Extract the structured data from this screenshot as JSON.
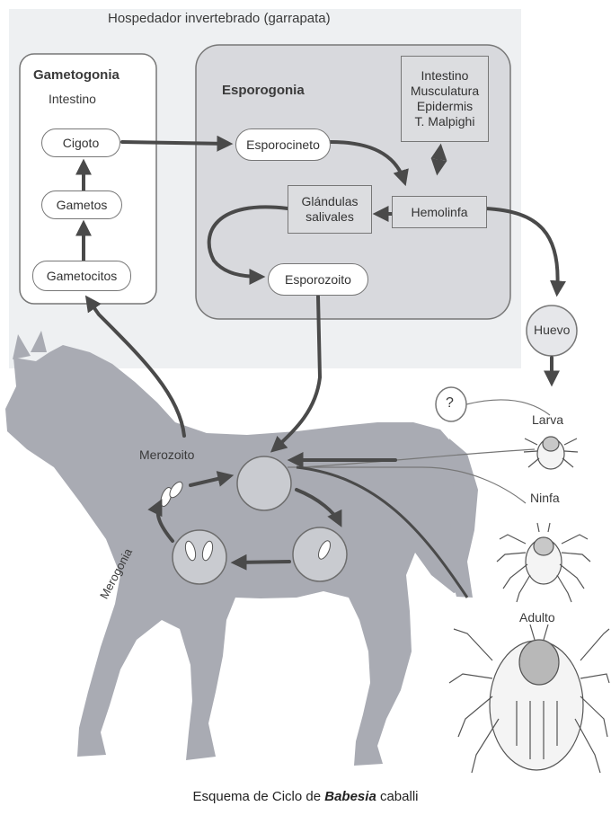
{
  "host_label": "Hospedador invertebrado (garrapata)",
  "gametogonia": {
    "title": "Gametogonia",
    "subtitle": "Intestino",
    "cigoto": "Cigoto",
    "gametos": "Gametos",
    "gametocitos": "Gametocitos"
  },
  "esporogonia": {
    "title": "Esporogonia",
    "esporocineto": "Esporocineto",
    "esporozoito": "Esporozoito",
    "hemolinfa": "Hemolinfa",
    "glandulas": [
      "Glándulas",
      "salivales"
    ],
    "organos": [
      "Intestino",
      "Musculatura",
      "Epidermis",
      "T. Malpighi"
    ]
  },
  "huevo": "Huevo",
  "question": "?",
  "stages": {
    "larva": "Larva",
    "ninfa": "Ninfa",
    "adulto": "Adulto"
  },
  "merozoito": "Merozoito",
  "merogonia": "Merogonia",
  "caption": {
    "prefix": "Esquema de Ciclo de ",
    "genus": "Babesia",
    "suffix": " caballi"
  },
  "colors": {
    "horse": "#a9abb3",
    "tick_box": "#dcdde0",
    "arrow": "#4a4a4a"
  }
}
